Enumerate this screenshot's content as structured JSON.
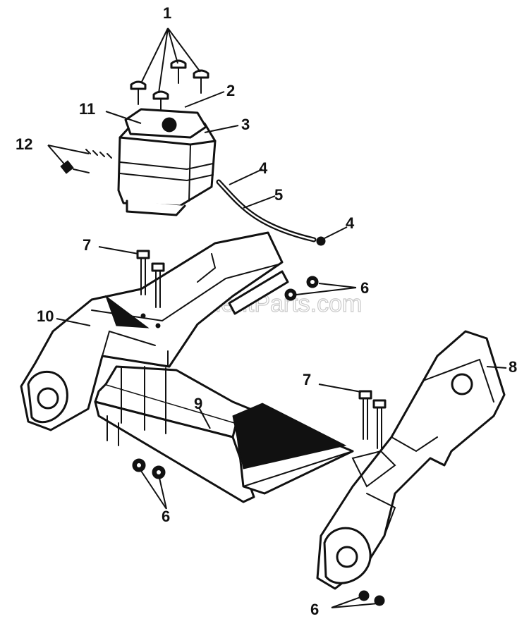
{
  "diagram": {
    "watermark": "ReplacementParts.com",
    "callouts": [
      {
        "id": "c1",
        "text": "1"
      },
      {
        "id": "c2",
        "text": "2"
      },
      {
        "id": "c3",
        "text": "3"
      },
      {
        "id": "c4a",
        "text": "4"
      },
      {
        "id": "c4b",
        "text": "4"
      },
      {
        "id": "c5",
        "text": "5"
      },
      {
        "id": "c6a",
        "text": "6"
      },
      {
        "id": "c6b",
        "text": "6"
      },
      {
        "id": "c6c",
        "text": "6"
      },
      {
        "id": "c7a",
        "text": "7"
      },
      {
        "id": "c7b",
        "text": "7"
      },
      {
        "id": "c8",
        "text": "8"
      },
      {
        "id": "c9",
        "text": "9"
      },
      {
        "id": "c10",
        "text": "10"
      },
      {
        "id": "c11",
        "text": "11"
      },
      {
        "id": "c12",
        "text": "12"
      }
    ]
  }
}
